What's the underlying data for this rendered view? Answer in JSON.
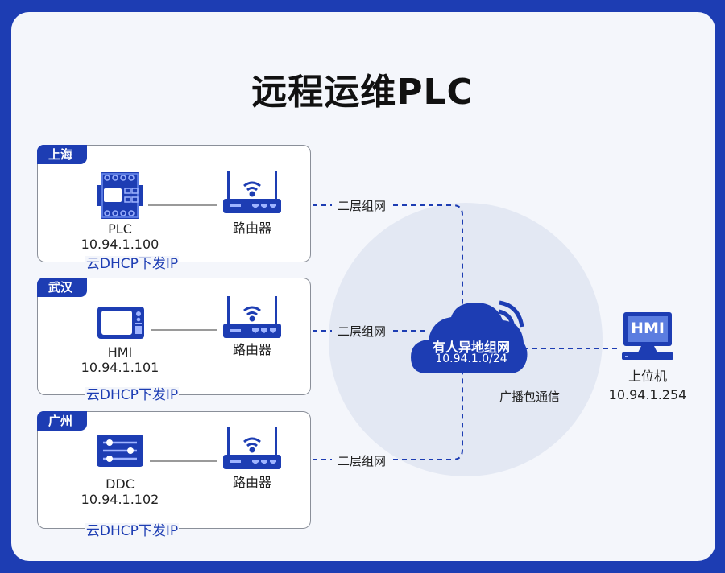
{
  "title": "远程运维PLC",
  "sites": [
    {
      "region": "上海",
      "device_type": "PLC",
      "device_ip": "10.94.1.100",
      "router_label": "路由器",
      "dhcp_label": "云DHCP下发IP",
      "link_label": "二层组网"
    },
    {
      "region": "武汉",
      "device_type": "HMI",
      "device_ip": "10.94.1.101",
      "router_label": "路由器",
      "dhcp_label": "云DHCP下发IP",
      "link_label": "二层组网"
    },
    {
      "region": "广州",
      "device_type": "DDC",
      "device_ip": "10.94.1.102",
      "router_label": "路由器",
      "dhcp_label": "云DHCP下发IP",
      "link_label": "二层组网"
    }
  ],
  "cloud": {
    "name": "有人异地组网",
    "subnet": "10.94.1.0/24",
    "broadcast_label": "广播包通信"
  },
  "host": {
    "screen_text": "HMI",
    "name": "上位机",
    "ip": "10.94.1.254"
  },
  "colors": {
    "brand": "#1d3db3",
    "accent_light": "#6b8cf0",
    "halo": "#e3e8f3"
  }
}
